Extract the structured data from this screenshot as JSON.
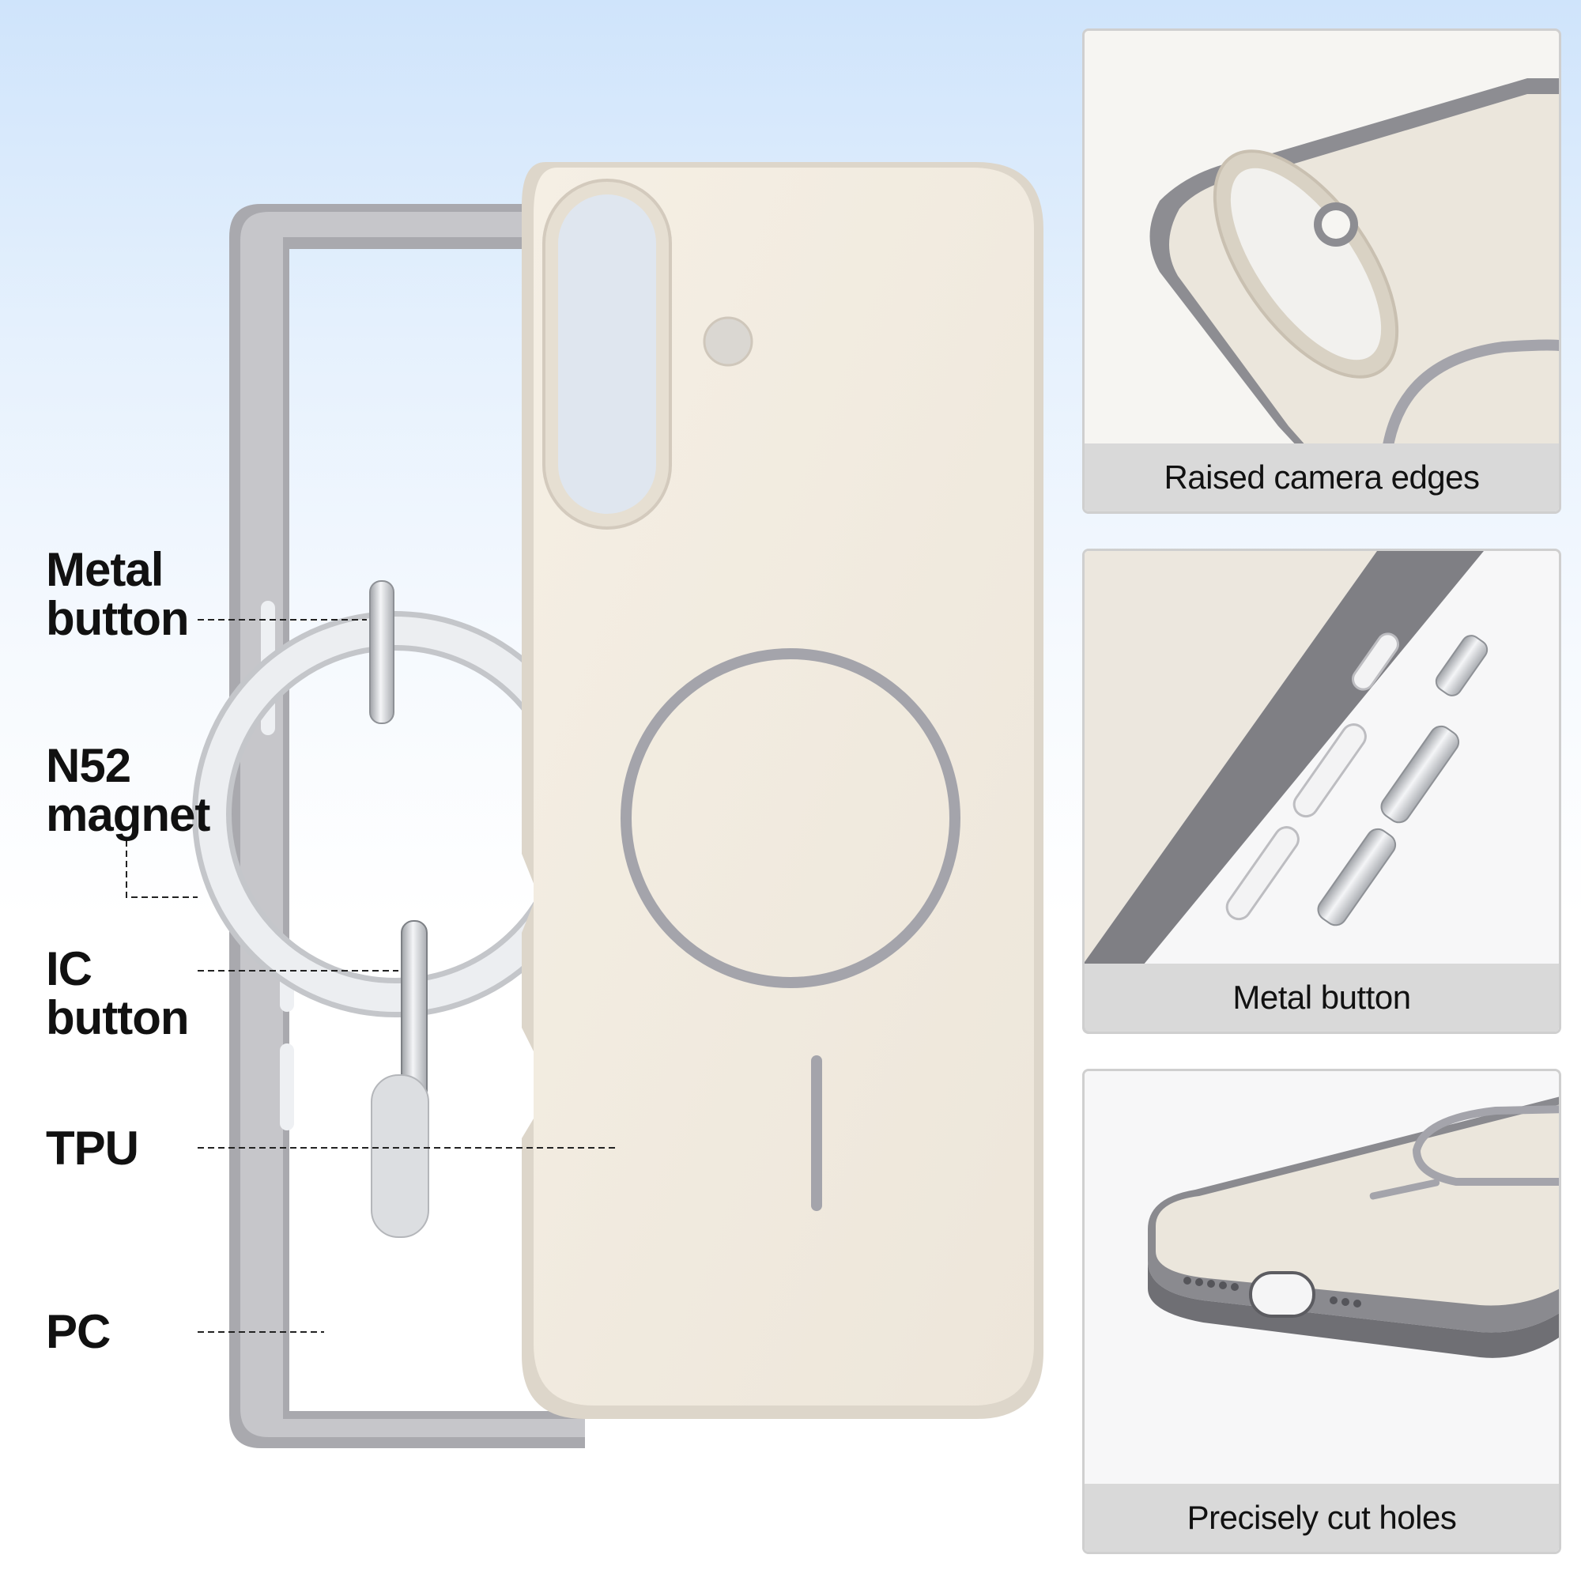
{
  "callouts": {
    "metal_button": [
      "Metal",
      "button"
    ],
    "n52_magnet": [
      "N52",
      "magnet"
    ],
    "ic_button": [
      "IC",
      "button"
    ],
    "tpu": [
      "TPU"
    ],
    "pc": [
      "PC"
    ]
  },
  "panels": [
    {
      "caption": "Raised camera edges"
    },
    {
      "caption": "Metal button"
    },
    {
      "caption": "Precisely cut holes"
    }
  ],
  "colors": {
    "case_shell": "#f1ebe0",
    "bumper_gray": "#8e8e93",
    "magsafe_ring": "#a4a4ab",
    "metal": "#d6d8dc"
  }
}
